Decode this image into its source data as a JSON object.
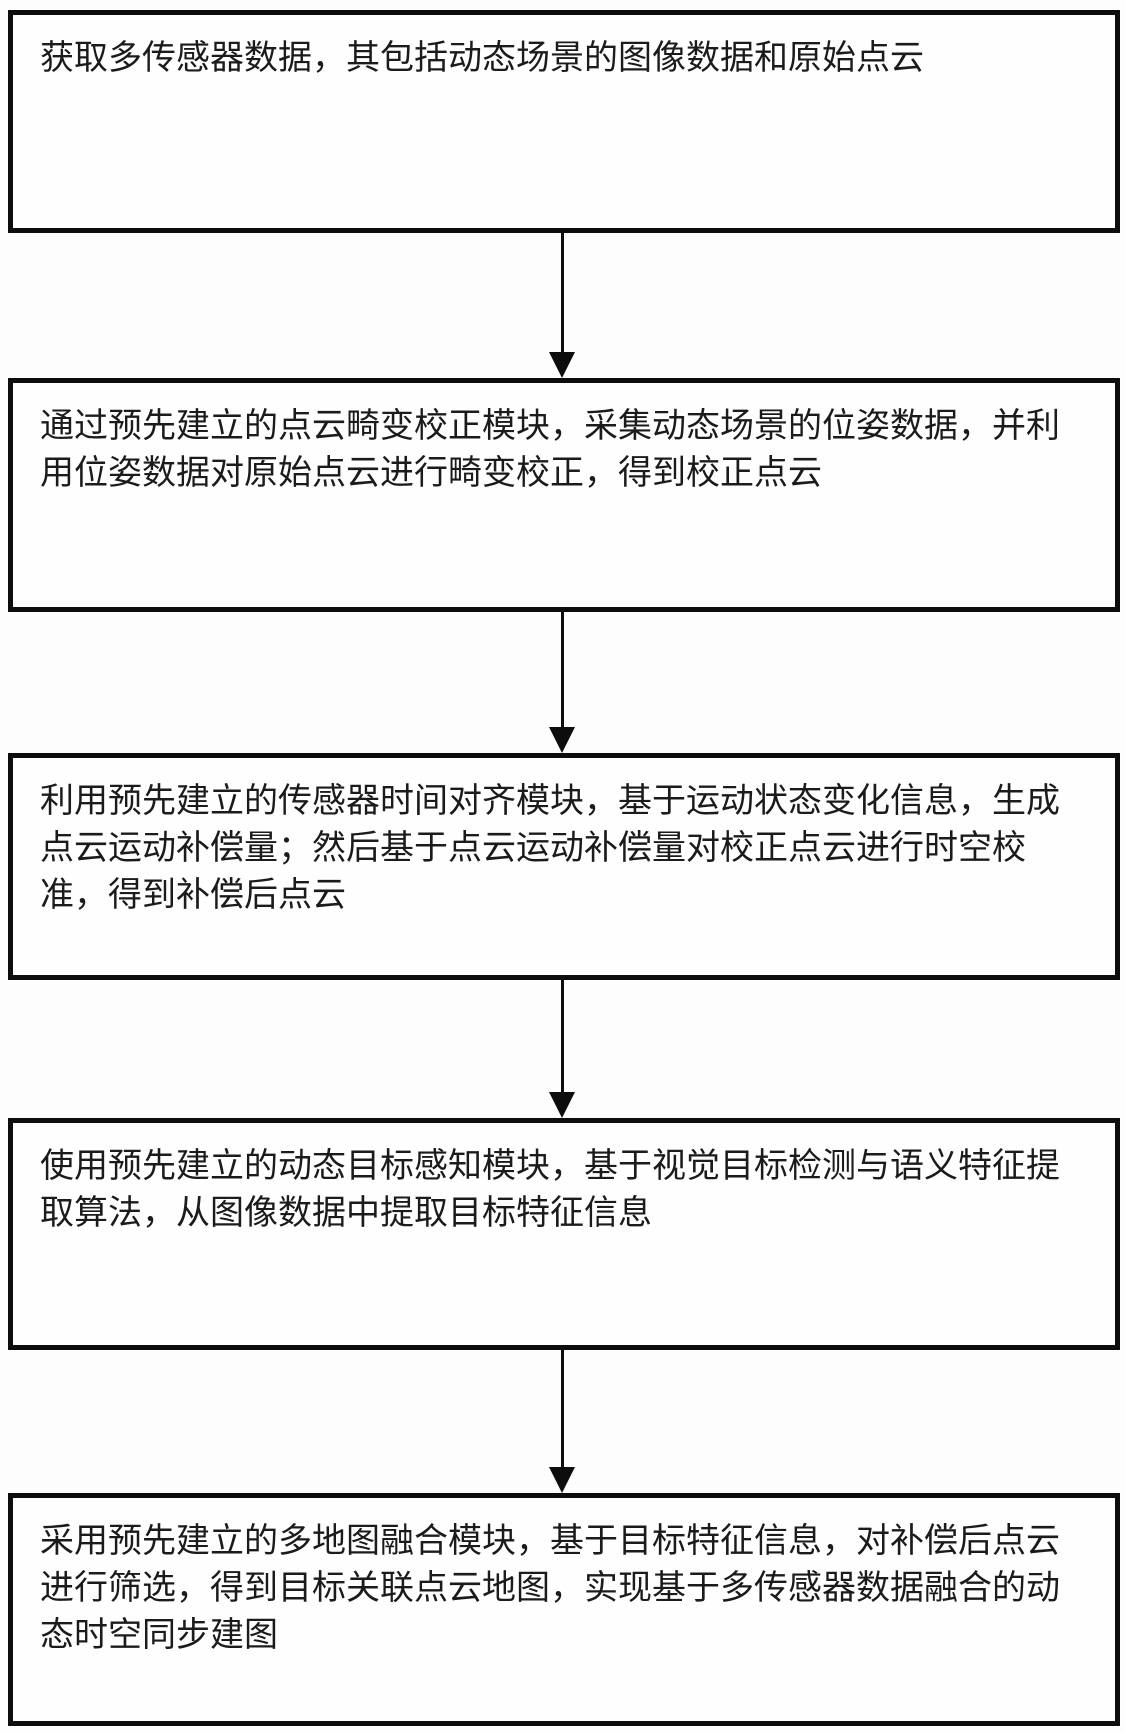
{
  "diagram": {
    "type": "flowchart",
    "direction": "top-down",
    "language": "zh-CN",
    "colors": {
      "background": "#fdfdfd",
      "box_border": "#0d0d0d",
      "text": "#1b1b1b",
      "arrow": "#0d0d0d"
    },
    "steps": [
      {
        "id": 1,
        "text": "获取多传感器数据，其包括动态场景的图像数据和原始点云"
      },
      {
        "id": 2,
        "text": "通过预先建立的点云畸变校正模块，采集动态场景的位姿数据，并利用位姿数据对原始点云进行畸变校正，得到校正点云"
      },
      {
        "id": 3,
        "text": "利用预先建立的传感器时间对齐模块，基于运动状态变化信息，生成点云运动补偿量；然后基于点云运动补偿量对校正点云进行时空校准，得到补偿后点云"
      },
      {
        "id": 4,
        "text": "使用预先建立的动态目标感知模块，基于视觉目标检测与语义特征提取算法，从图像数据中提取目标特征信息"
      },
      {
        "id": 5,
        "text": "采用预先建立的多地图融合模块，基于目标特征信息，对补偿后点云进行筛选，得到目标关联点云地图，实现基于多传感器数据融合的动态时空同步建图"
      }
    ]
  }
}
